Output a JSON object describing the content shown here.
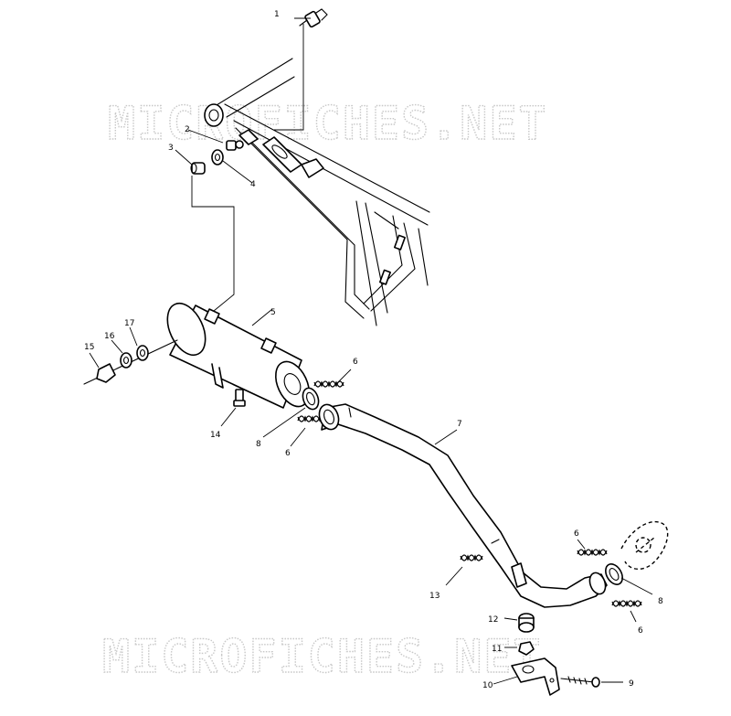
{
  "watermark": {
    "top": "MICROFICHES.NET",
    "bottom": "MICROFICHES.NET"
  },
  "callouts": {
    "c1": "1",
    "c2": "2",
    "c3": "3",
    "c4": "4",
    "c5": "5",
    "c6a": "6",
    "c6b": "6",
    "c6c": "6",
    "c6d": "6",
    "c7": "7",
    "c8a": "8",
    "c8b": "8",
    "c9": "9",
    "c10": "10",
    "c11": "11",
    "c12": "12",
    "c13": "13",
    "c14": "14",
    "c15": "15",
    "c16": "16",
    "c17": "17"
  }
}
